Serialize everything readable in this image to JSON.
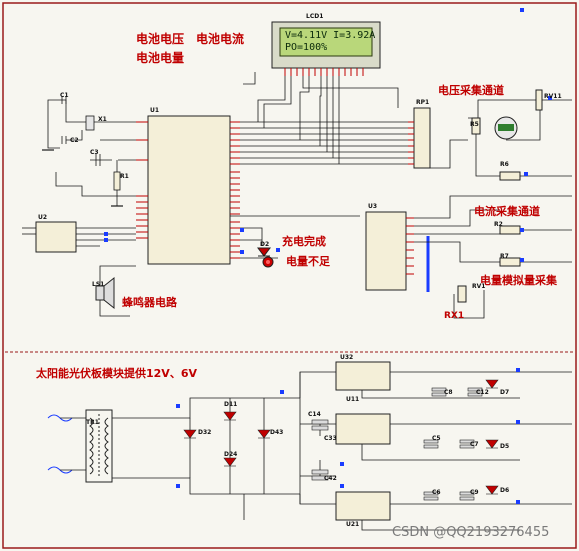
{
  "annotations": {
    "battery_voltage": "电池电压",
    "battery_current": "电池电流",
    "battery_capacity": "电池电量",
    "voltage_sampling": "电压采集通道",
    "current_sampling": "电流采集通道",
    "capacity_sampling": "电量模拟量采集",
    "charge_complete": "充电完成",
    "low_battery": "电量不足",
    "buzzer_circuit": "蜂鸣器电路",
    "solar_supply": "太阳能光伏板模块提供12V、6V"
  },
  "lcd": {
    "designator": "LCD1",
    "line1": "V=4.11V I=3.92A",
    "line2": "PO=100%"
  },
  "components": {
    "u1": "U1",
    "u2": "U2",
    "u3": "U3",
    "u32": "U32",
    "u11": "U11",
    "u21": "U21",
    "x1": "X1",
    "c1": "C1",
    "c2": "C2",
    "c3": "C3",
    "r1": "R1",
    "d2": "D2",
    "ls1": "LS1",
    "rp1": "RP1",
    "r5": "R5",
    "r6": "R6",
    "r2": "R2",
    "r7": "R7",
    "rv1": "RV1",
    "rx1": "RX1",
    "rv11": "RV11",
    "tr1": "TR1",
    "d11": "D11",
    "d24": "D24",
    "d32": "D32",
    "d43": "D43",
    "c14": "C14",
    "c33": "C33",
    "c42": "C42",
    "c8": "C8",
    "c12": "C12",
    "c5": "C5",
    "c7": "C7",
    "c6": "C6",
    "c9": "C9",
    "d7": "D7",
    "d5": "D5",
    "d6": "D6"
  },
  "watermark": "CSDN @QQ2193276455",
  "colors": {
    "annotation_red": "#c00000",
    "wire": "#1a1a1a",
    "pin_red": "#c00000",
    "pin_blue": "#1a3cff",
    "lcd_bg": "#b9d77a",
    "border": "#9a1a1a"
  }
}
